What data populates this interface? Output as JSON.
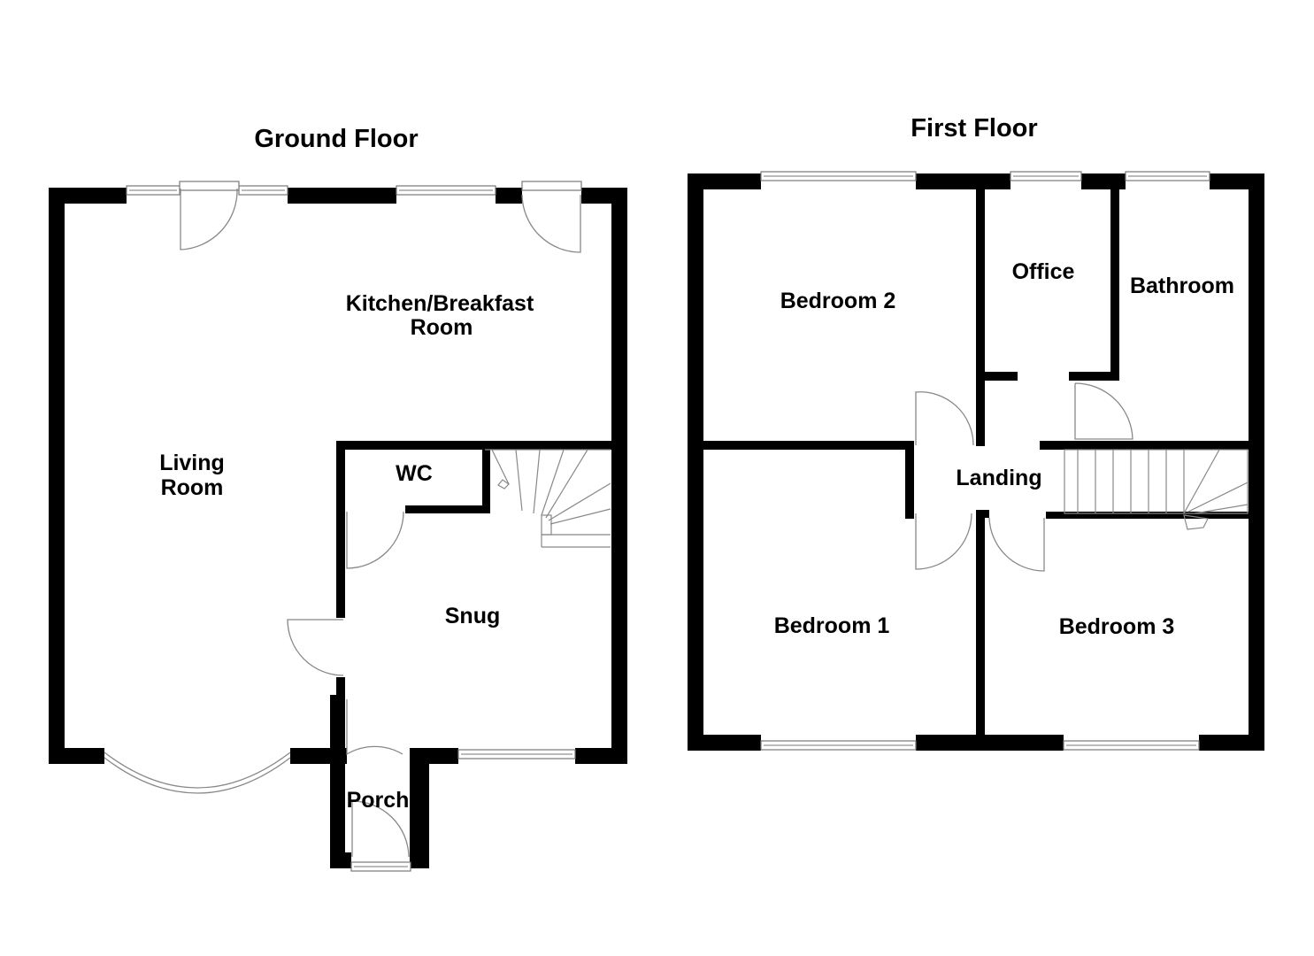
{
  "ground_floor": {
    "title": "Ground Floor",
    "rooms": {
      "living_room": [
        "Living",
        "Room"
      ],
      "kitchen": [
        "Kitchen/Breakfast",
        "Room"
      ],
      "wc": "WC",
      "snug": "Snug",
      "porch": "Porch"
    }
  },
  "first_floor": {
    "title": "First Floor",
    "rooms": {
      "bedroom_2": "Bedroom 2",
      "office": "Office",
      "bathroom": "Bathroom",
      "landing": "Landing",
      "bedroom_1": "Bedroom 1",
      "bedroom_3": "Bedroom 3"
    }
  }
}
